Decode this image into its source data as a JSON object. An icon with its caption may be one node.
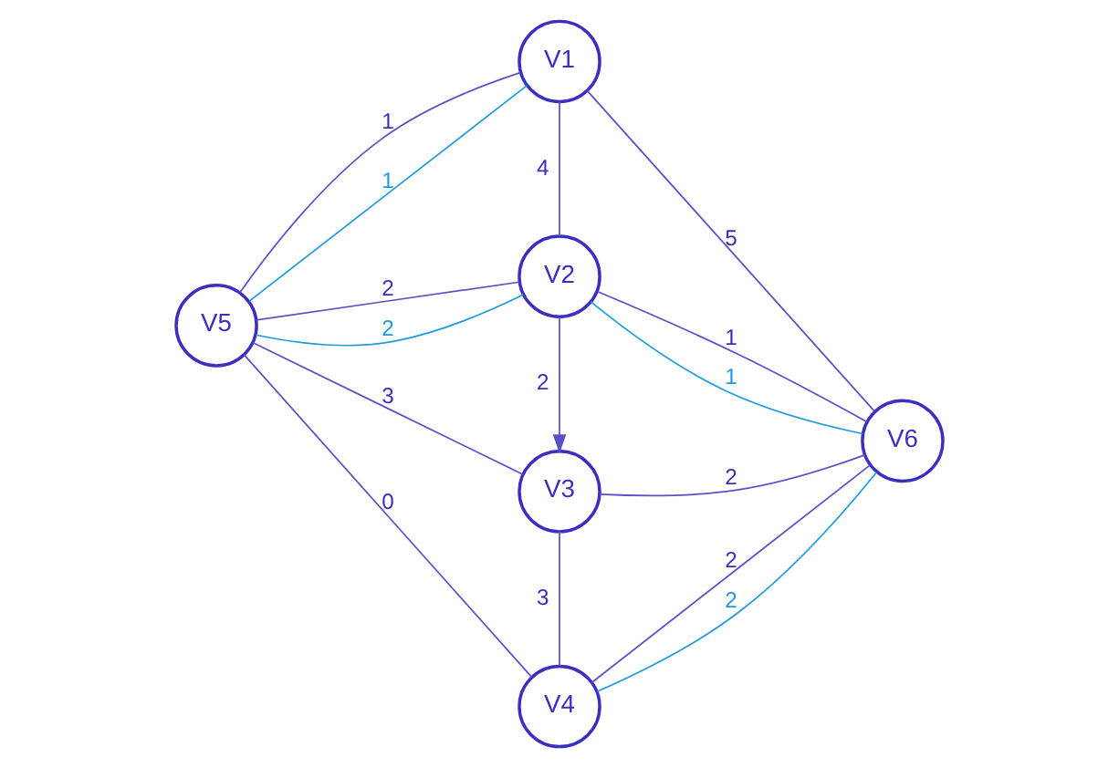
{
  "diagram": {
    "nodes": [
      {
        "text": [
          "V1"
        ]
      },
      {
        "text": [
          "V2"
        ]
      },
      {
        "text": [
          "V3"
        ]
      },
      {
        "text": [
          "V4"
        ]
      },
      {
        "text": [
          "V5"
        ]
      },
      {
        "text": [
          "V6"
        ]
      }
    ],
    "edges": [
      {
        "from": 4,
        "to": 0,
        "arrow": "none",
        "label": "1"
      },
      {
        "from": 4,
        "to": 0,
        "arrow": "none",
        "label": "1",
        "color": "#1e9be0"
      },
      {
        "from": 4,
        "to": 1,
        "arrow": "none",
        "label": "2"
      },
      {
        "from": 4,
        "to": 1,
        "arrow": "none",
        "label": "2",
        "color": "#1e9be0"
      },
      {
        "from": 4,
        "to": 2,
        "arrow": "none",
        "label": "3"
      },
      {
        "from": 4,
        "to": 3,
        "arrow": "none",
        "label": "0"
      },
      {
        "from": 0,
        "to": 1,
        "arrow": "none",
        "label": "4"
      },
      {
        "from": 1,
        "to": 2,
        "arrow": "to",
        "label": "2"
      },
      {
        "from": 2,
        "to": 3,
        "arrow": "none",
        "label": "3"
      },
      {
        "from": 0,
        "to": 5,
        "arrow": "none",
        "label": "5"
      },
      {
        "from": 1,
        "to": 5,
        "arrow": "none",
        "label": "1"
      },
      {
        "from": 1,
        "to": 5,
        "arrow": "none",
        "label": "1",
        "color": "#1e9be0"
      },
      {
        "from": 2,
        "to": 5,
        "arrow": "none",
        "label": "2"
      },
      {
        "from": 3,
        "to": 5,
        "arrow": "none",
        "label": "2"
      },
      {
        "from": 3,
        "to": 5,
        "arrow": "none",
        "label": "2",
        "color": "#1e9be0"
      }
    ]
  }
}
